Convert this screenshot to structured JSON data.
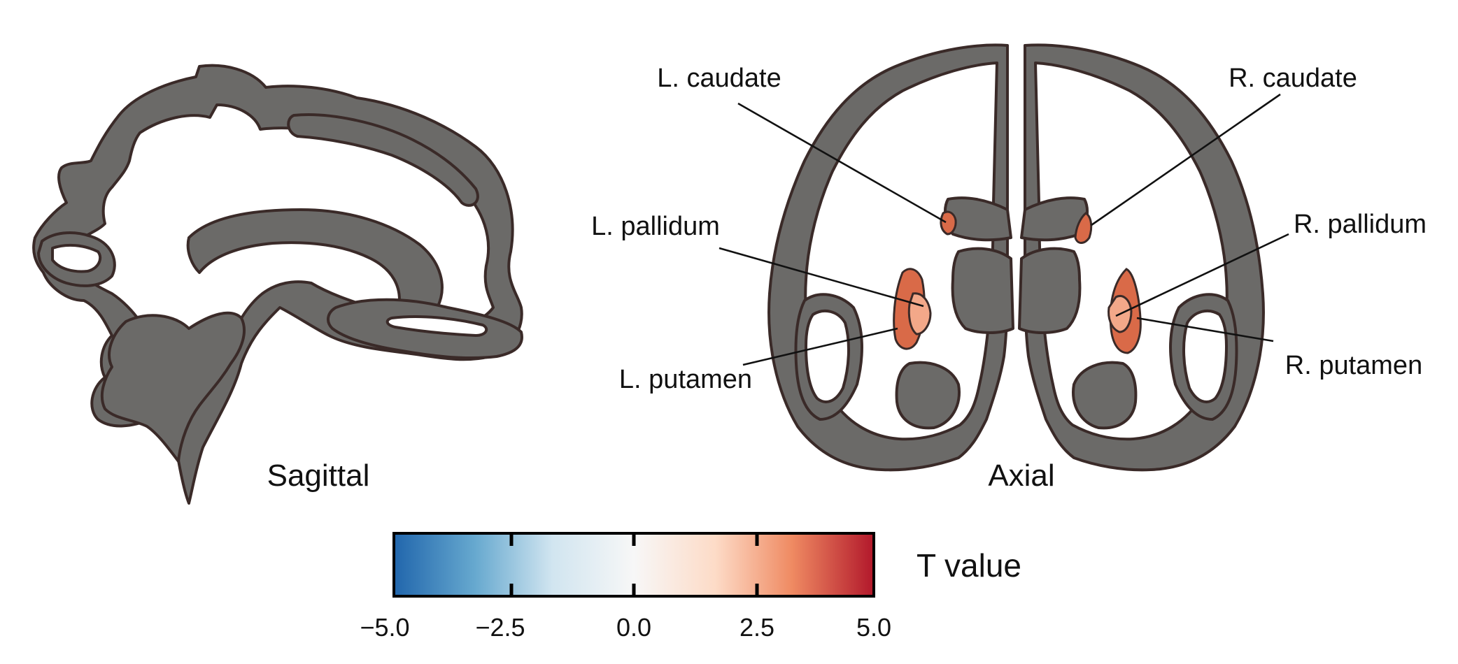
{
  "panels": {
    "sagittal": {
      "title": "Sagittal"
    },
    "axial": {
      "title": "Axial"
    }
  },
  "regions": {
    "l_caudate": "L. caudate",
    "r_caudate": "R. caudate",
    "l_pallidum": "L. pallidum",
    "r_pallidum": "R. pallidum",
    "l_putamen": "L. putamen",
    "r_putamen": "R. putamen"
  },
  "colorbar": {
    "label": "T value",
    "ticks": [
      "−5.0",
      "−2.5",
      "0.0",
      "2.5",
      "5.0"
    ],
    "colors": [
      "#2166ac",
      "#67a9cf",
      "#d1e5f0",
      "#f7f7f7",
      "#fddbc7",
      "#ef8a62",
      "#b2182b"
    ]
  },
  "colors": {
    "tissue_gray": "#6b6a68",
    "outline": "#3a2a28",
    "region_strong": "#d96a48",
    "region_light": "#f3a889"
  }
}
